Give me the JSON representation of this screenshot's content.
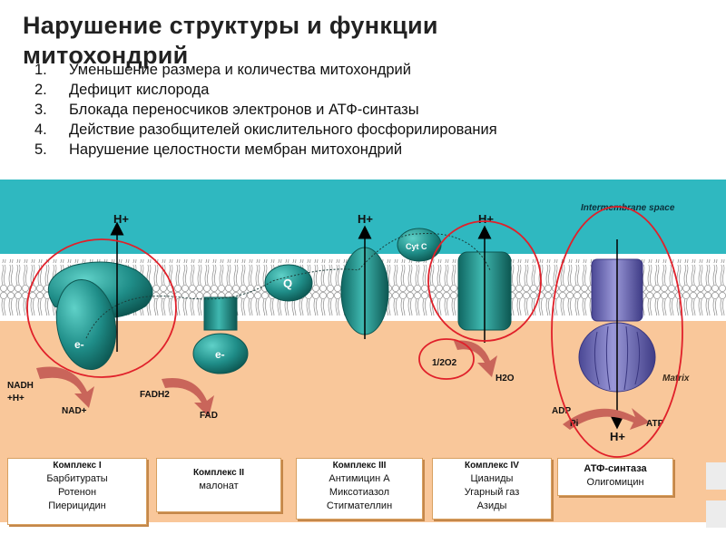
{
  "title": "Нарушение структуры и функции митохондрий",
  "list": [
    {
      "num": "1.",
      "text": "Уменьшение размера и количества митохондрий"
    },
    {
      "num": "2.",
      "text": "Дефицит кислорода"
    },
    {
      "num": "3.",
      "text": "Блокада переносчиков электронов и АТФ-синтазы"
    },
    {
      "num": "4.",
      "text": "Действие разобщителей окислительного фосфорилирования"
    },
    {
      "num": "5.",
      "text": "Нарушение целостности мембран митохондрий"
    }
  ],
  "diagram": {
    "intermembrane": "Intermembrane space",
    "matrix": "Matrix",
    "hplus": "H+",
    "e_minus": "e-",
    "q": "Q",
    "cytc": "Cyt C",
    "nadh": "NADH",
    "nadh_h": "+H+",
    "nad": "NAD+",
    "fadh2": "FADH2",
    "fad": "FAD",
    "half_o2": "1/2O2",
    "h2o": "H2O",
    "adp": "ADP",
    "pi": "Pi",
    "atp": "ATP"
  },
  "boxes": [
    {
      "head": "Комплекс I",
      "lines": [
        "Барбитураты",
        "Ротенон",
        "Пиерицидин"
      ]
    },
    {
      "head": "Комплекс II",
      "lines": [
        "малонат"
      ]
    },
    {
      "head": "Комплекс III",
      "lines": [
        "Антимицин А",
        "Миксотиазол",
        "Стигмателлин"
      ]
    },
    {
      "head": "Комплекс IV",
      "lines": [
        "Цианиды",
        "Угарный газ",
        "Азиды"
      ]
    },
    {
      "head": "АТФ-синтаза",
      "lines": [
        "Олигомицин"
      ]
    }
  ],
  "colors": {
    "intermembrane": "#2fb8c0",
    "matrix": "#f9c79a",
    "protein": "#1f8d88",
    "atp_synthase": "#7b78c0",
    "highlight_circle": "#e0202a",
    "arrow": "#c9655a"
  }
}
